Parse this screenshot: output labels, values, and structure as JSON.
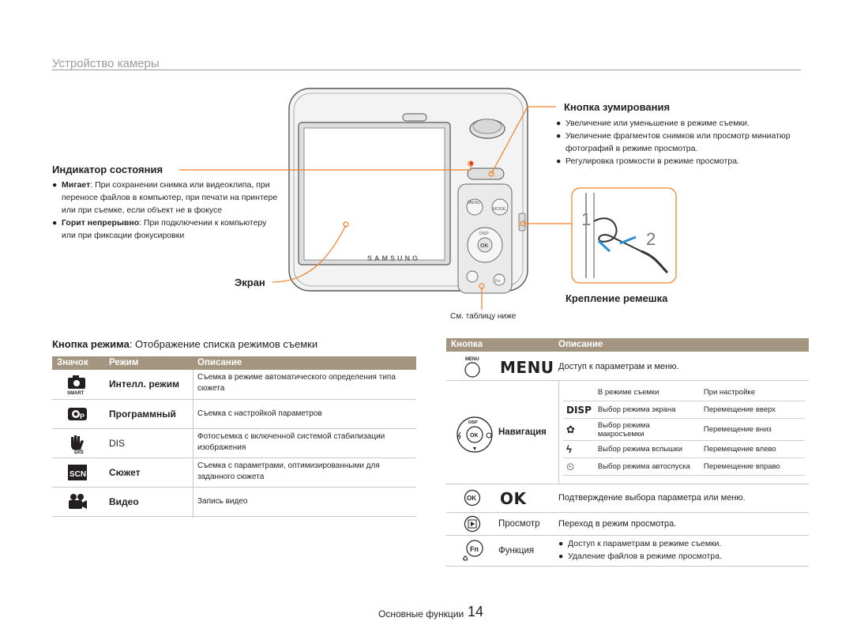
{
  "section_title": "Устройство камеры",
  "callouts": {
    "zoom": {
      "title": "Кнопка зумирования",
      "bullets": [
        "Увеличение или уменьшение в режиме съемки.",
        "Увеличение фрагментов снимков или просмотр миниатюр фотографий в режиме просмотра.",
        "Регулировка громкости в режиме просмотра."
      ]
    },
    "status": {
      "title": "Индикатор состояния",
      "b1_term": "Мигает",
      "b1_text": ": При сохранении снимка или видеоклипа, при переносе файлов в компьютер, при печати на принтере или при съемке, если объект не в фокусе",
      "b2_term": "Горит непрерывно",
      "b2_text": ": При подключении к компьютеру или при фиксации фокусировки"
    },
    "screen": "Экран",
    "strap": "Крепление ремешка",
    "see_table": "См. таблицу ниже"
  },
  "camera": {
    "brand": "SAMSUNG",
    "btn_menu": "MENU",
    "btn_mode": "MODE",
    "btn_disp": "DISP",
    "btn_ok": "OK",
    "btn_fn": "Fn"
  },
  "strap_steps": [
    "1",
    "2"
  ],
  "mode_button": {
    "term": "Кнопка режима",
    "text": ": Отображение списка режимов съемки"
  },
  "mode_table": {
    "headers": [
      "Значок",
      "Режим",
      "Описание"
    ],
    "rows": [
      {
        "icon": "smart-auto-icon",
        "mode": "Интелл. режим",
        "desc": "Съемка в режиме автоматического определения типа сюжета"
      },
      {
        "icon": "program-icon",
        "mode": "Программный",
        "desc": "Съемка с настройкой параметров"
      },
      {
        "icon": "dis-icon",
        "mode": "DIS",
        "desc": "Фотосъемка с включенной системой стабилизации изображения"
      },
      {
        "icon": "scene-icon",
        "mode": "Сюжет",
        "desc": "Съемка с параметрами, оптимизированными для заданного сюжета"
      },
      {
        "icon": "video-icon",
        "mode": "Видео",
        "desc": "Запись видео"
      }
    ]
  },
  "button_table": {
    "headers": [
      "Кнопка",
      "Описание"
    ],
    "menu": {
      "label": "MENU",
      "desc": "Доступ к параметрам и меню."
    },
    "nav": {
      "label": "Навигация",
      "sub_headers": [
        "В режиме съемки",
        "При настройке"
      ],
      "sub_rows": [
        {
          "icon": "disp-icon",
          "icon_text": "DISP",
          "shoot": "Выбор режима экрана",
          "setup": "Перемещение вверх"
        },
        {
          "icon": "macro-icon",
          "shoot": "Выбор режима макросъемки",
          "setup": "Перемещение вниз"
        },
        {
          "icon": "flash-icon",
          "shoot": "Выбор режима вспышки",
          "setup": "Перемещение влево"
        },
        {
          "icon": "timer-icon",
          "shoot": "Выбор режима автоспуска",
          "setup": "Перемещение вправо"
        }
      ]
    },
    "ok": {
      "label": "OK",
      "desc": "Подтверждение выбора параметра или меню."
    },
    "play": {
      "label": "Просмотр",
      "desc": "Переход в режим просмотра."
    },
    "fn": {
      "label": "Функция",
      "bullets": [
        "Доступ к параметрам в режиме съемки.",
        "Удаление файлов в режиме просмотра."
      ]
    }
  },
  "footer": {
    "label": "Основные функции",
    "page": "14"
  },
  "colors": {
    "accent": "#f07f22",
    "header_bg": "#a39580"
  }
}
